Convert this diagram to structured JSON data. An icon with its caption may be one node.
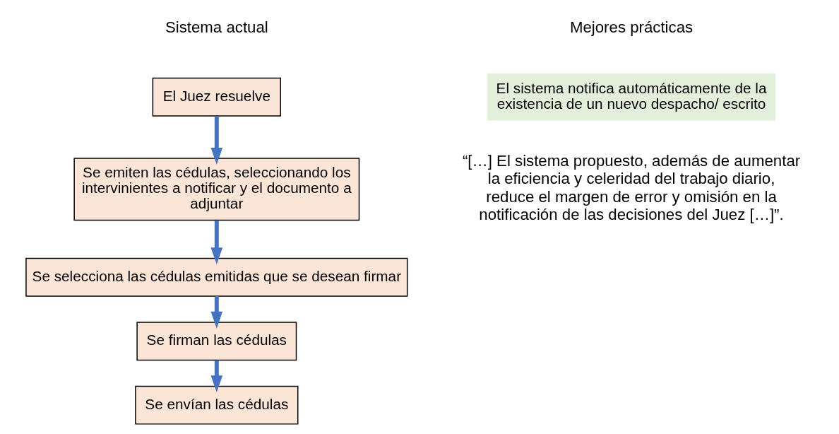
{
  "diagram": {
    "nodes": [
      {
        "text": [
          "El Juez resuelve"
        ]
      },
      {
        "text": [
          "Se emiten las cédulas, seleccionando los intervinientes a notificar y el documento a adjuntar"
        ]
      },
      {
        "text": [
          "Se selecciona las cédulas emitidas que se desean firmar"
        ]
      },
      {
        "text": [
          "Se firman las cédulas"
        ]
      },
      {
        "text": [
          "Se envían las cédulas"
        ]
      },
      {
        "text": [
          "El sistema notifica automáticamente de la existencia de un nuevo despacho/ escrito"
        ]
      }
    ],
    "edges": [
      {
        "from": 0,
        "to": 1,
        "arrow": "to"
      },
      {
        "from": 1,
        "to": 2,
        "arrow": "to"
      },
      {
        "from": 2,
        "to": 3,
        "arrow": "to"
      },
      {
        "from": 3,
        "to": 4,
        "arrow": "to"
      }
    ],
    "labels": [
      "Sistema actual",
      "Mejores prácticas",
      "“[…] El sistema propuesto, además de aumentar la eficiencia y celeridad del trabajo diario, reduce el margen de error y omisión en la notificación de las decisiones del Juez […]”."
    ]
  }
}
